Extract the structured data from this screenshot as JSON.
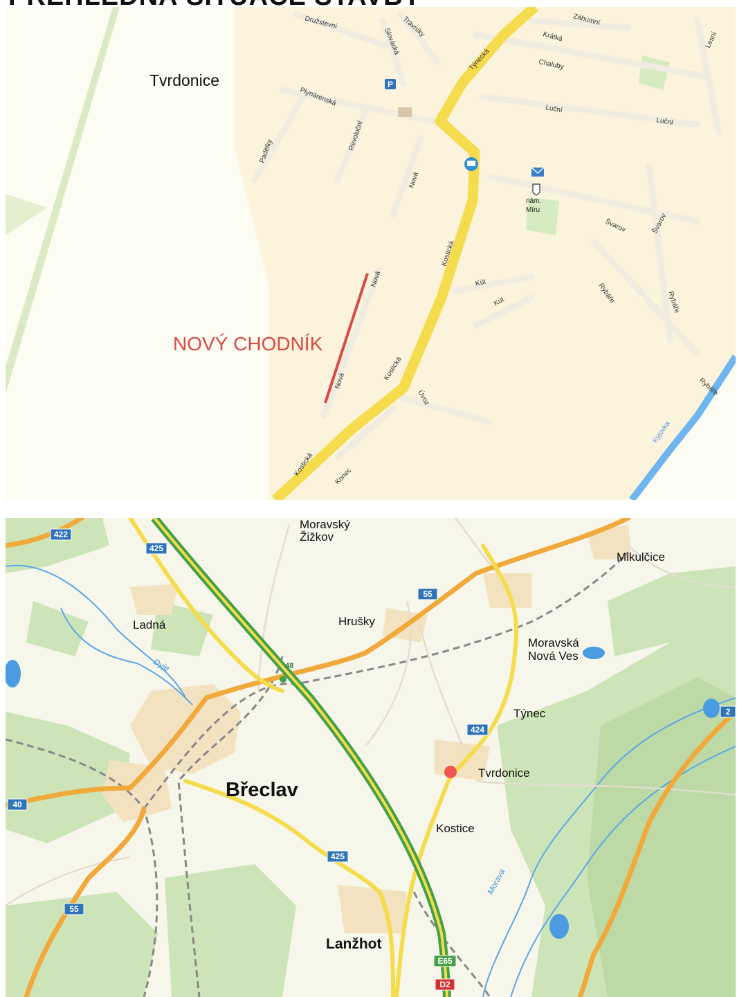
{
  "heading": "PŘEHLEDNÁ SITUACE STAVBY",
  "detail_map": {
    "town_label": "Tvrdonice",
    "project_label": "NOVÝ CHODNÍK",
    "poi": {
      "parking": "P",
      "square_line1": "nám.",
      "square_line2": "Míru"
    },
    "streets": {
      "druzstevni": "Družstevní",
      "slovacka": "Slovácká",
      "travniky": "Trávníky",
      "tynecka": "Týnecká",
      "zahumni": "Záhumní",
      "kratka": "Krátká",
      "chaluby": "Chaluby",
      "lesni": "Lesní",
      "plynarenska": "Plynárenská",
      "lucni_1": "Luční",
      "lucni_2": "Luční",
      "padelky": "Padělky",
      "revolucni": "Revoluční",
      "nova_1": "Nová",
      "nova_2": "Nová",
      "nova_3": "Nová",
      "svarov_1": "Švarov",
      "svarov_2": "Švarov",
      "kosticka_1": "Kostická",
      "kosticka_2": "Kostická",
      "kosticka_3": "Kostická",
      "kut_1": "Kút",
      "kut_2": "Kút",
      "rybare_1": "Rybáře",
      "rybare_2": "Rybáře",
      "rybare_3": "Rybáře",
      "uvoz": "Úvoz",
      "konec": "Konec"
    },
    "water": {
      "kyjovka": "Kyjovka"
    }
  },
  "region_map": {
    "places": {
      "moravsky_zizkov_1": "Moravský",
      "moravsky_zizkov_2": "Žižkov",
      "mikulcice": "Mikulčice",
      "ladna": "Ladná",
      "hrusky": "Hrušky",
      "moravska_nova_ves_1": "Moravská",
      "moravska_nova_ves_2": "Nová Ves",
      "tynec": "Týnec",
      "tvrdonice": "Tvrdonice",
      "breclav": "Břeclav",
      "kostice": "Kostice",
      "lanzhot": "Lanžhot"
    },
    "road_shields": {
      "r422": "422",
      "r425a": "425",
      "r55a": "55",
      "r40": "40",
      "r424": "424",
      "r425b": "425",
      "r55b": "55",
      "r2": "2",
      "e65": "E65",
      "d2": "D2"
    },
    "exit_number": "48",
    "rivers": {
      "dyje": "Dyje",
      "morava": "Morava"
    }
  },
  "colors": {
    "main_road": "#f5dc4c",
    "project_line": "#d94a45",
    "motorway": "#43a047",
    "regional_road": "#f0a93a",
    "water": "#2f8fd8",
    "forest": "#cde4b8",
    "marker": "#f0564f",
    "shield": "#2f74b8"
  }
}
